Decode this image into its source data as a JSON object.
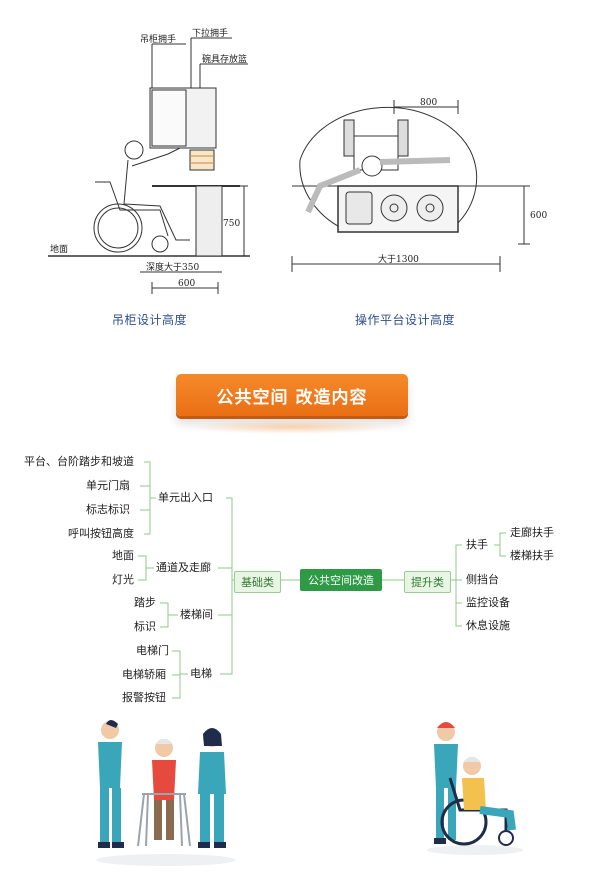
{
  "drawing_left": {
    "labels": {
      "hanging_cabinet_handle": "吊柜拥手",
      "pulldown_handle": "下拉拥手",
      "dish_basket": "碗具存放篮",
      "ground": "地面",
      "depth": "深度大于350",
      "width": "600",
      "height": "750"
    },
    "caption": "吊柜设计高度"
  },
  "drawing_right": {
    "labels": {
      "width_top": "800",
      "height": "600",
      "width_bottom": "大于1300"
    },
    "caption": "操作平台设计高度"
  },
  "banner": {
    "title": "公共空间 改造内容"
  },
  "mindmap": {
    "root": "公共空间改造",
    "left_branch": {
      "label": "基础类",
      "groups": [
        {
          "label": "单元出入口",
          "items": [
            "平台、台阶踏步和坡道",
            "单元门扇",
            "标志标识",
            "呼叫按钮高度"
          ]
        },
        {
          "label": "通道及走廊",
          "items": [
            "地面",
            "灯光"
          ]
        },
        {
          "label": "楼梯间",
          "items": [
            "踏步",
            "标识"
          ]
        },
        {
          "label": "电梯",
          "items": [
            "电梯门",
            "电梯轿厢",
            "报警按钮"
          ]
        }
      ]
    },
    "right_branch": {
      "label": "提升类",
      "items": [
        {
          "label": "扶手",
          "children": [
            "走廊扶手",
            "楼梯扶手"
          ]
        },
        {
          "label": "侧挡台",
          "children": []
        },
        {
          "label": "监控设备",
          "children": []
        },
        {
          "label": "休息设施",
          "children": []
        }
      ]
    }
  },
  "colors": {
    "accent_orange": "#ef7b1f",
    "root_green": "#2e9a46",
    "node_green_bg": "#e8f5e5",
    "line_green": "#8fc98a",
    "caption_blue": "#2d4f8f"
  }
}
